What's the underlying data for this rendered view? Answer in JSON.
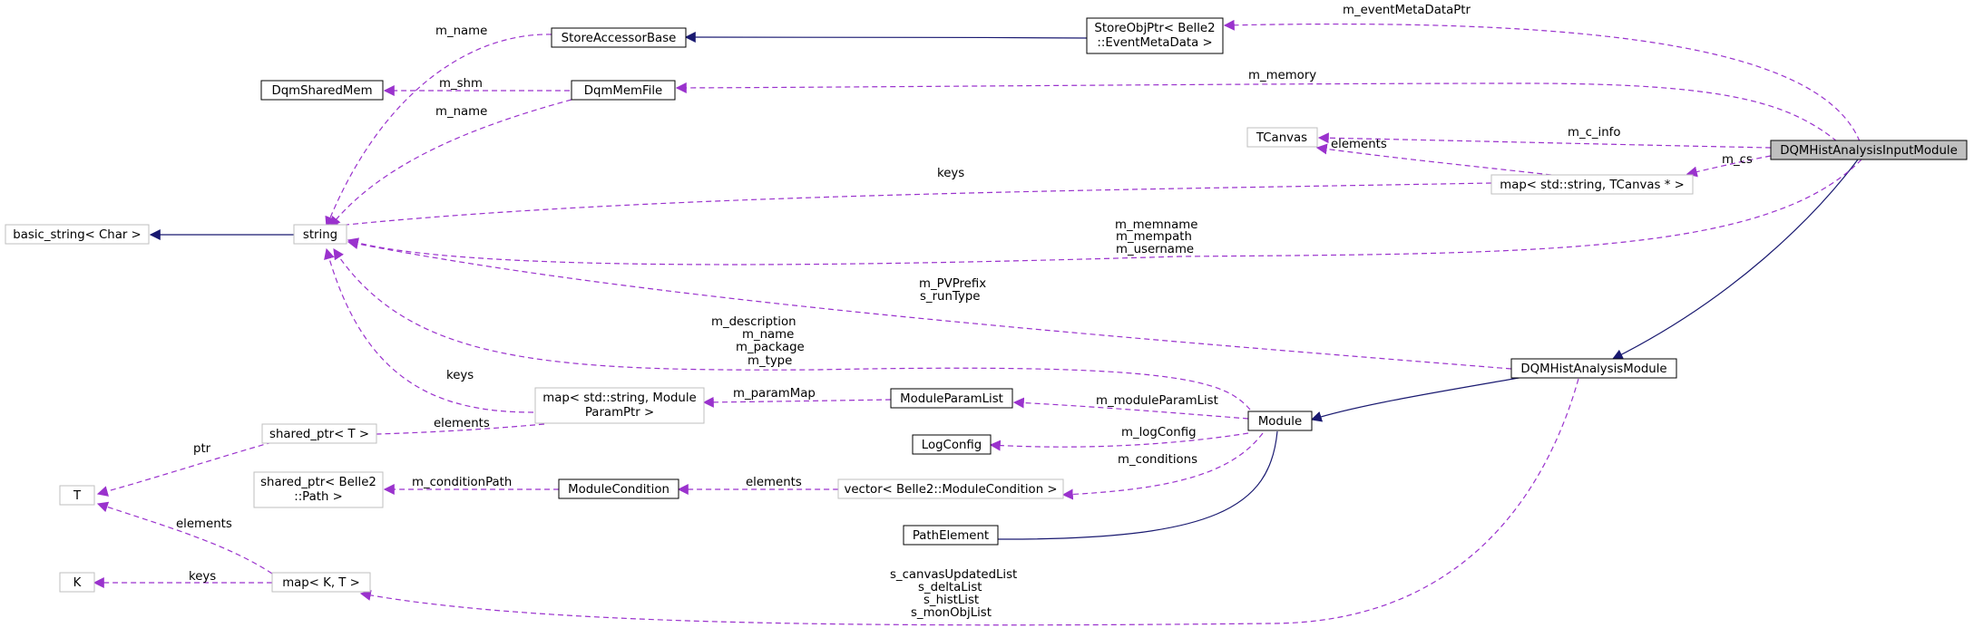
{
  "nodes": {
    "store_accessor_base": "StoreAccessorBase",
    "store_obj_ptr_line1": "StoreObjPtr< Belle2",
    "store_obj_ptr_line2": "::EventMetaData >",
    "dqm_shared_mem": "DqmSharedMem",
    "dqm_mem_file": "DqmMemFile",
    "tcanvas": "TCanvas",
    "dqm_hist_analysis_input_module": "DQMHistAnalysisInputModule",
    "map_string_tcanvas": "map< std::string, TCanvas * >",
    "basic_string": "basic_string< Char >",
    "string": "string",
    "dqm_hist_analysis_module": "DQMHistAnalysisModule",
    "map_string_moduleparam_line1": "map< std::string, Module",
    "map_string_moduleparam_line2": "ParamPtr >",
    "module_param_list": "ModuleParamList",
    "module": "Module",
    "shared_ptr_t": "shared_ptr< T >",
    "log_config": "LogConfig",
    "t": "T",
    "shared_ptr_path_line1": "shared_ptr< Belle2",
    "shared_ptr_path_line2": "::Path >",
    "module_condition": "ModuleCondition",
    "vector_module_condition": "vector< Belle2::ModuleCondition >",
    "path_element": "PathElement",
    "k": "K",
    "map_k_t": "map< K, T >"
  },
  "edge_labels": {
    "m_event_meta_data_ptr": "m_eventMetaDataPtr",
    "m_name_top": "m_name",
    "m_shm": "m_shm",
    "m_memory": "m_memory",
    "m_name_mid": "m_name",
    "m_c_info": "m_c_info",
    "elements_tcanvas": "elements",
    "m_cs": "m_cs",
    "keys_map_tcanvas": "keys",
    "m_memname": "m_memname",
    "m_mempath": "m_mempath",
    "m_username": "m_username",
    "m_pvprefix": "m_PVPrefix",
    "s_runtype": "s_runType",
    "m_description": "m_description",
    "m_name_module": "m_name",
    "m_package": "m_package",
    "m_type": "m_type",
    "keys_moduleparam": "keys",
    "m_param_map": "m_paramMap",
    "m_module_param_list": "m_moduleParamList",
    "elements_shared_ptr": "elements",
    "ptr": "ptr",
    "m_log_config": "m_logConfig",
    "m_condition_path": "m_conditionPath",
    "elements_condition": "elements",
    "m_conditions": "m_conditions",
    "elements_t": "elements",
    "keys_k": "keys",
    "s_canvas_updated_list": "s_canvasUpdatedList",
    "s_delta_list": "s_deltaList",
    "s_hist_list": "s_histList",
    "s_mon_obj_list": "s_monObjList"
  },
  "colors": {
    "inheritance": "#191970",
    "usage": "#9a32cd",
    "node_border_documented": "#000000",
    "node_border_undocumented": "#bfbfbf",
    "highlight_fill": "#bfbfbf"
  }
}
